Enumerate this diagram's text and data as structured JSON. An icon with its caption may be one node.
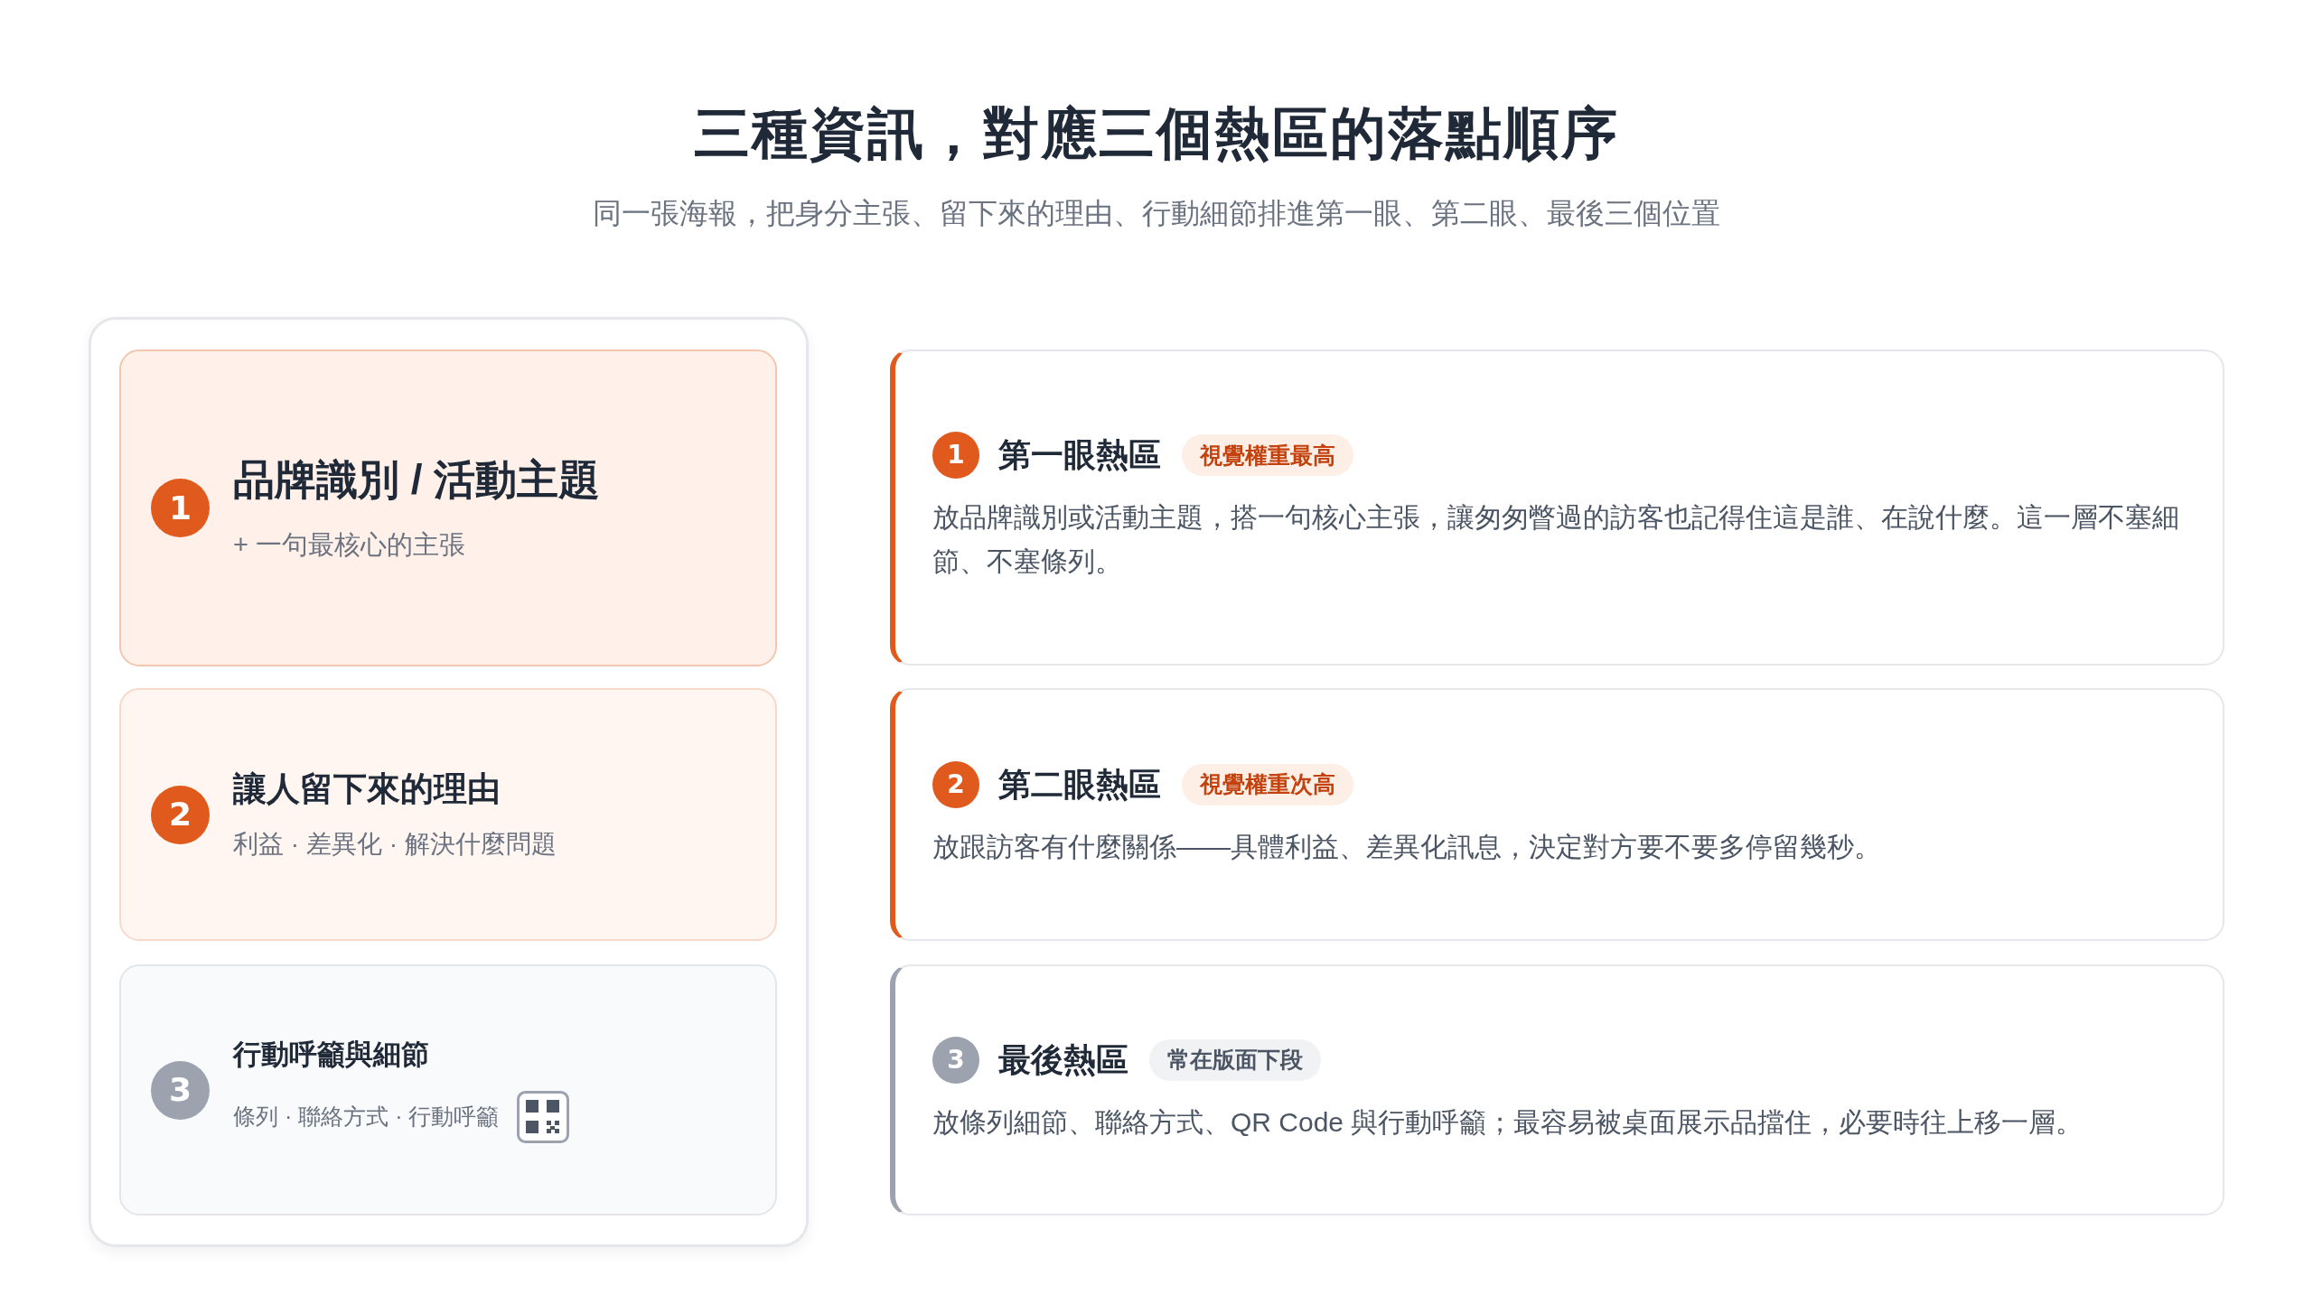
{
  "diagram": {
    "title": "三種資訊，對應三個熱區的落點順序",
    "nodes": [
      {
        "text": [],
        "shape": "box"
      },
      {
        "text": [
          "品牌識別 / 活動主題",
          "+ 一句最核心的主張"
        ],
        "in": 0
      },
      {
        "text": [
          "1"
        ],
        "in": 1
      },
      {
        "text": [
          "讓人留下來的理由",
          "利益 · 差異化 · 解決什麼問題"
        ],
        "in": 0
      },
      {
        "text": [
          "2"
        ],
        "in": 3
      },
      {
        "text": [
          "行動呼籲與細節",
          "條列 · 聯絡方式 · 行動呼籲"
        ],
        "in": 0
      },
      {
        "text": [
          "3"
        ],
        "in": 5
      },
      {
        "text": [
          "第一眼熱區",
          "放品牌識別或活動主題，搭一句核心主張，讓匆匆瞥過的訪客也記得住這是誰、在說什麼。這一層不塞細節、不塞條列。"
        ]
      },
      {
        "text": [
          "1"
        ],
        "in": 7
      },
      {
        "text": [
          "視覺權重最高"
        ],
        "in": 7
      },
      {
        "text": [
          "第二眼熱區",
          "放跟訪客有什麼關係——具體利益、差異化訊息，決定對方要不要多停留幾秒。"
        ]
      },
      {
        "text": [
          "2"
        ],
        "in": 10
      },
      {
        "text": [
          "視覺權重次高"
        ],
        "in": 10
      },
      {
        "text": [
          "最後熱區",
          "放條列細節、聯絡方式、QR Code 與行動呼籲；最容易被桌面展示品擋住，必要時往上移一層。"
        ]
      },
      {
        "text": [
          "3"
        ],
        "in": 13
      },
      {
        "text": [
          "常在版面下段"
        ],
        "in": 13
      }
    ],
    "labels": [
      "同一張海報，把身分主張、留下來的理由、行動細節排進第一眼、第二眼、最後三個位置"
    ]
  }
}
